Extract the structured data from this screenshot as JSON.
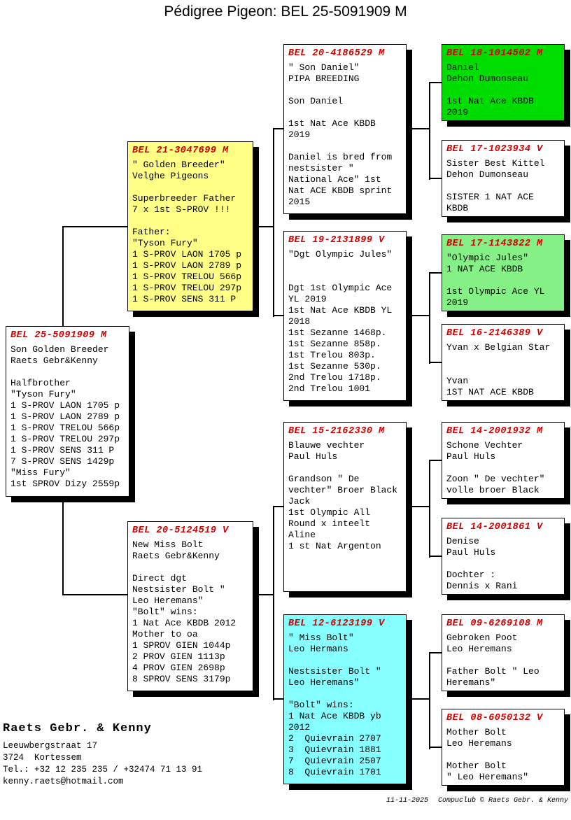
{
  "title": "Pédigree Pigeon: BEL 25-5091909 M",
  "colors": {
    "header_red": "#d10000",
    "father_highlight": "#ffff85",
    "miss_bolt_highlight": "#85ffff",
    "daniel_highlight": "#00dd00",
    "olympic_jules_highlight": "#85f085"
  },
  "subject": {
    "ring": "BEL 25-5091909 M",
    "lines": [
      "Son Golden Breeder",
      "Raets Gebr&Kenny",
      "",
      "Halfbrother",
      "\"Tyson Fury\"",
      "1 S-PROV LAON 1705 p",
      "1 S-PROV LAON 2789 p",
      "1 S-PROV TRELOU 566p",
      "1 S-PROV TRELOU 297p",
      "1 S-PROV SENS 311 P",
      "7 S-PROV SENS 1429p",
      "\"Miss Fury\"",
      "1st SPROV Dizy 2559p"
    ]
  },
  "father": {
    "ring": "BEL 21-3047699 M",
    "lines": [
      "\" Golden Breeder\"",
      "Velghe Pigeons",
      "",
      "Superbreeder Father",
      "7 x 1st S-PROV !!!",
      "",
      "Father:",
      "\"Tyson Fury\"",
      "1 S-PROV LAON 1705 p",
      "1 S-PROV LAON 2789 p",
      "1 S-PROV TRELOU 566p",
      "1 S-PROV TRELOU 297p",
      "1 S-PROV SENS 311 P"
    ]
  },
  "mother": {
    "ring": "BEL 20-5124519 V",
    "lines": [
      "New Miss Bolt",
      "Raets Gebr&Kenny",
      "",
      "Direct dgt",
      "Nestsister Bolt \"",
      "Leo Heremans\"",
      "\"Bolt\" wins:",
      "1 Nat Ace KBDB 2012",
      "Mother to oa",
      "1 SPROV GIEN 1044p",
      "2 PROV GIEN 1113p",
      "4 PROV GIEN 2698p",
      "8 SPROV SENS 3179p"
    ]
  },
  "grandparents": [
    {
      "ring": "BEL 20-4186529 M",
      "lines": [
        "\" Son Daniel\"",
        "PIPA BREEDING",
        "",
        "Son Daniel",
        "",
        "1st Nat Ace KBDB",
        "2019",
        "",
        "Daniel is bred from",
        "nestsister \"",
        "National Ace\" 1st",
        "Nat ACE KBDB sprint",
        "2015"
      ]
    },
    {
      "ring": "BEL 19-2131899 V",
      "lines": [
        "\"Dgt Olympic Jules\"",
        "",
        "",
        "Dgt 1st Olympic Ace",
        "YL 2019",
        "1st Nat Ace KBDB YL",
        "2018",
        "1st Sezanne 1468p.",
        "1st Sezanne 858p.",
        "1st Trelou 803p.",
        "1st Sezanne 530p.",
        "2nd Trelou 1718p.",
        "2nd Trelou 1001"
      ]
    },
    {
      "ring": "BEL 15-2162330 M",
      "lines": [
        "Blauwe vechter",
        "Paul Huls",
        "",
        "Grandson \" De",
        "vechter\" Broer Black",
        "Jack",
        "1st Olympic All",
        "Round x inteelt",
        "Aline",
        "1 st Nat Argenton"
      ]
    },
    {
      "ring": "BEL 12-6123199 V",
      "lines": [
        "\" Miss Bolt\"",
        "Leo Hermans",
        "",
        "Nestsister Bolt \"",
        "Leo Heremans\"",
        "",
        "\"Bolt\" wins:",
        "1 Nat Ace KBDB yb",
        "2012",
        "2  Quievrain 2707",
        "3  Quievrain 1881",
        "7  Quievrain 2507",
        "8  Quievrain 1701"
      ]
    }
  ],
  "great_grandparents": [
    {
      "ring": "BEL 18-1014502 M",
      "lines": [
        "Daniel",
        "Dehon Dumonseau",
        "",
        "1st Nat Ace KBDB",
        "2019"
      ]
    },
    {
      "ring": "BEL 17-1023934 V",
      "lines": [
        "Sister Best Kittel",
        "Dehon Dumonseau",
        "",
        "SISTER 1 NAT ACE",
        "KBDB"
      ]
    },
    {
      "ring": "BEL 17-1143822 M",
      "lines": [
        "\"Olympic Jules\"",
        "1 NAT ACE KBDB",
        "",
        "1st Olympic Ace YL",
        "2019"
      ]
    },
    {
      "ring": "BEL 16-2146389 V",
      "lines": [
        "Yvan x Belgian Star",
        "",
        "",
        "Yvan",
        "1ST NAT ACE KBDB"
      ]
    },
    {
      "ring": "BEL 14-2001932 M",
      "lines": [
        "Schone Vechter",
        "Paul Huls",
        "",
        "Zoon \" De vechter\"",
        "volle broer Black"
      ]
    },
    {
      "ring": "BEL 14-2001861 V",
      "lines": [
        "Denise",
        "Paul Huls",
        "",
        "Dochter :",
        "Dennis x Rani"
      ]
    },
    {
      "ring": "BEL 09-6269108 M",
      "lines": [
        "Gebroken Poot",
        "Leo Heremans",
        "",
        "Father Bolt \" Leo",
        "Heremans\""
      ]
    },
    {
      "ring": "BEL 08-6050132 V",
      "lines": [
        "Mother Bolt",
        "Leo Heremans",
        "",
        "Mother Bolt",
        "\" Leo Heremans\""
      ]
    }
  ],
  "breeder": {
    "name": "Raets Gebr. & Kenny",
    "address_lines": [
      "Leeuwbergstraat 17",
      "3724  Kortessem",
      "Tel.: +32 12 235 235 / +32474 71 13 91",
      "kenny.raets@hotmail.com"
    ]
  },
  "footer": {
    "date": "11-11-2025",
    "credit": "Compuclub © Raets Gebr. & Kenny"
  }
}
